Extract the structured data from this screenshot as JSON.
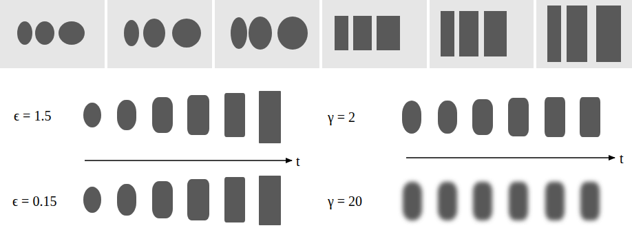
{
  "diagram": {
    "labels": [
      "ϵ = 1.5",
      "γ = 2",
      "t",
      "t",
      "ϵ = 0.15",
      "γ = 20"
    ]
  }
}
